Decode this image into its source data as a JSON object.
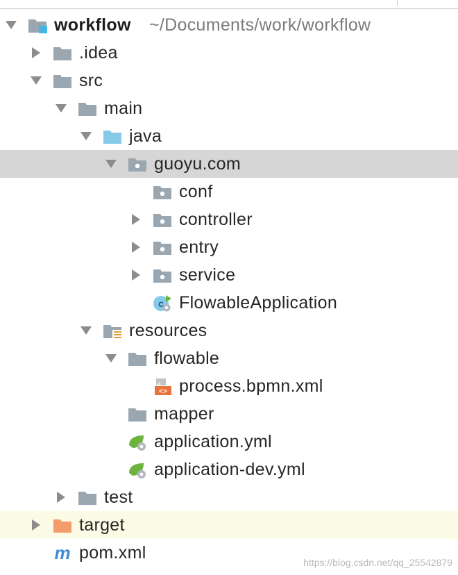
{
  "project": {
    "name": "workflow",
    "path": "~/Documents/work/workflow"
  },
  "nodes": [
    {
      "label": "workflow",
      "depth": 0,
      "arrow": "open",
      "icon": "module-folder-icon"
    },
    {
      "label": ".idea",
      "depth": 1,
      "arrow": "closed",
      "icon": "folder-icon"
    },
    {
      "label": "src",
      "depth": 1,
      "arrow": "open",
      "icon": "folder-icon"
    },
    {
      "label": "main",
      "depth": 2,
      "arrow": "open",
      "icon": "folder-icon"
    },
    {
      "label": "java",
      "depth": 3,
      "arrow": "open",
      "icon": "source-root-folder-icon"
    },
    {
      "label": "guoyu.com",
      "depth": 4,
      "arrow": "open",
      "icon": "package-folder-icon",
      "selected": true
    },
    {
      "label": "conf",
      "depth": 5,
      "arrow": "none",
      "icon": "package-folder-icon"
    },
    {
      "label": "controller",
      "depth": 5,
      "arrow": "closed",
      "icon": "package-folder-icon"
    },
    {
      "label": "entry",
      "depth": 5,
      "arrow": "closed",
      "icon": "package-folder-icon"
    },
    {
      "label": "service",
      "depth": 5,
      "arrow": "closed",
      "icon": "package-folder-icon"
    },
    {
      "label": "FlowableApplication",
      "depth": 5,
      "arrow": "none",
      "icon": "spring-boot-class-icon"
    },
    {
      "label": "resources",
      "depth": 3,
      "arrow": "open",
      "icon": "resources-root-folder-icon"
    },
    {
      "label": "flowable",
      "depth": 4,
      "arrow": "open",
      "icon": "folder-icon"
    },
    {
      "label": "process.bpmn.xml",
      "depth": 5,
      "arrow": "none",
      "icon": "xml-file-icon"
    },
    {
      "label": "mapper",
      "depth": 4,
      "arrow": "none",
      "icon": "folder-icon"
    },
    {
      "label": "application.yml",
      "depth": 4,
      "arrow": "none",
      "icon": "spring-config-file-icon"
    },
    {
      "label": "application-dev.yml",
      "depth": 4,
      "arrow": "none",
      "icon": "spring-config-file-icon"
    },
    {
      "label": "test",
      "depth": 2,
      "arrow": "closed",
      "icon": "folder-icon"
    },
    {
      "label": "target",
      "depth": 1,
      "arrow": "closed",
      "icon": "excluded-folder-icon",
      "excluded": true
    },
    {
      "label": "pom.xml",
      "depth": 1,
      "arrow": "none",
      "icon": "maven-file-icon"
    }
  ],
  "watermark": "https://blog.csdn.net/qq_25542879",
  "colors": {
    "selection": "#d6d6d6",
    "excluded_row": "#fcfbe6",
    "folder": "#9aa7b0",
    "source_root": "#87c9e8",
    "excluded_folder": "#f39c6b",
    "module_badge": "#40b6e0",
    "spring_green": "#6db33f",
    "maven_blue": "#3d8bd6",
    "xml_orange": "#e8743b",
    "path_gray": "#7b7b7b"
  }
}
